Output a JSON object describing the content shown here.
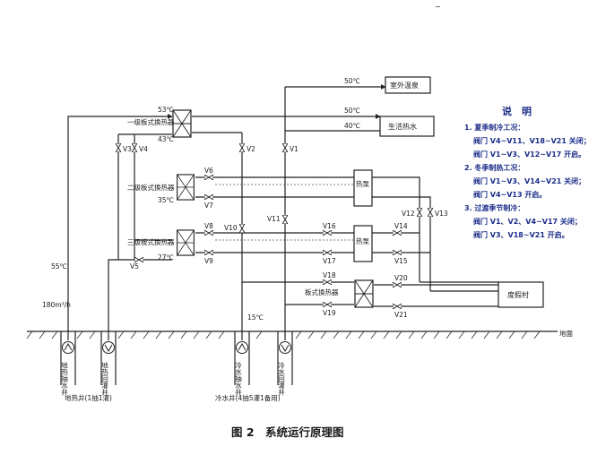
{
  "labels": {
    "top_mark": "~",
    "t50_outdoor": "50℃",
    "outdoor_pool": "室外温泉",
    "t50_life": "50℃",
    "t40": "40℃",
    "life_hot_water": "生活热水",
    "hx1": "一级板式换热器",
    "t53": "53℃",
    "t43": "43℃",
    "hx2": "二级板式换热器",
    "t35": "35℃",
    "hx3": "三级板式换热器",
    "t27": "27℃",
    "hx4": "板式换热器",
    "heat_pump_1": "热泵",
    "heat_pump_2": "热泵",
    "resort": "度假村",
    "t55": "55℃",
    "flow": "180m³/h",
    "t15": "15℃",
    "ground": "地面",
    "geo_well_group": "地热井(1抽1灌)",
    "cold_well_group": "冷水井(4抽5灌1备用)",
    "well_geo_pump": "地热抽水井",
    "well_geo_inject": "地热回灌井",
    "well_cold_pump": "冷水抽水井",
    "well_cold_inject": "冷水回灌井"
  },
  "valves": {
    "V1": "V1",
    "V2": "V2",
    "V3": "V3",
    "V4": "V4",
    "V5": "V5",
    "V6": "V6",
    "V7": "V7",
    "V8": "V8",
    "V9": "V9",
    "V10": "V10",
    "V11": "V11",
    "V12": "V12",
    "V13": "V13",
    "V14": "V14",
    "V15": "V15",
    "V16": "V16",
    "V17": "V17",
    "V18": "V18",
    "V19": "V19",
    "V20": "V20",
    "V21": "V21"
  },
  "notes": {
    "title": "说　明",
    "l1": "1. 夏季制冷工况：",
    "l2": "阀门 V4~V11、V18~V21 关闭；",
    "l3": "阀门 V1~V3、V12~V17 开启。",
    "l4": "2. 冬季制热工况：",
    "l5": "阀门 V1~V3、V14~V21 关闭；",
    "l6": "阀门 V4~V13 开启。",
    "l7": "3. 过渡季节制冷：",
    "l8": "阀门 V1、V2、V4~V17 关闭；",
    "l9": "阀门 V3、V18~V21 开启。"
  },
  "caption": "图 2　系统运行原理图"
}
